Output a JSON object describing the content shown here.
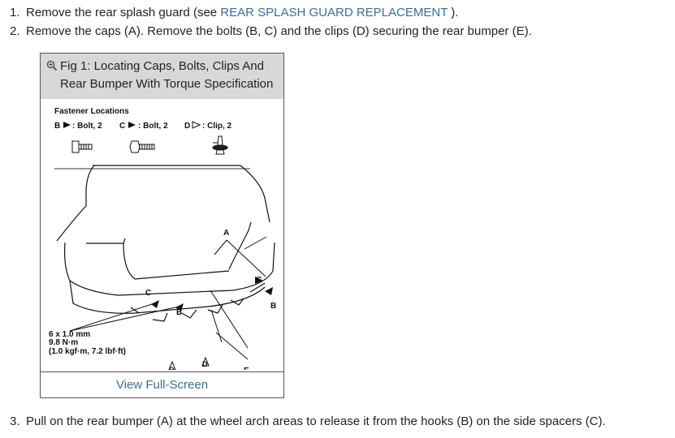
{
  "steps": [
    {
      "num": "1.",
      "text_before": "Remove the rear splash guard (see ",
      "link": "REAR SPLASH GUARD REPLACEMENT",
      "text_after": " )."
    },
    {
      "num": "2.",
      "text": "Remove the caps (A). Remove the bolts (B, C) and the clips (D) securing the rear bumper (E)."
    },
    {
      "num": "3.",
      "text": "Pull on the rear bumper (A) at the wheel arch areas to release it from the hooks (B) on the side spacers (C)."
    }
  ],
  "figure": {
    "title": "Fig 1: Locating Caps, Bolts, Clips And Rear Bumper With Torque Specification",
    "view_full_screen": "View Full-Screen",
    "zoom_icon": "zoom-in-icon",
    "diagram": {
      "fastener_heading": "Fastener Locations",
      "fastener_b": "B",
      "fastener_b_desc": ": Bolt, 2",
      "fastener_c": "C",
      "fastener_c_desc": ": Bolt, 2",
      "fastener_d": "D",
      "fastener_d_desc": ": Clip, 2",
      "label_a": "A",
      "label_b": "B",
      "label_c": "C",
      "label_d": "D",
      "label_e": "E",
      "spec_line1": "6 x 1.0 mm",
      "spec_line2": "9.8 N·m",
      "spec_line3": "(1.0 kgf·m, 7.2 lbf·ft)"
    }
  },
  "colors": {
    "link": "#3a6e9a",
    "header_bg": "#d8d8d8",
    "text": "#222222"
  }
}
